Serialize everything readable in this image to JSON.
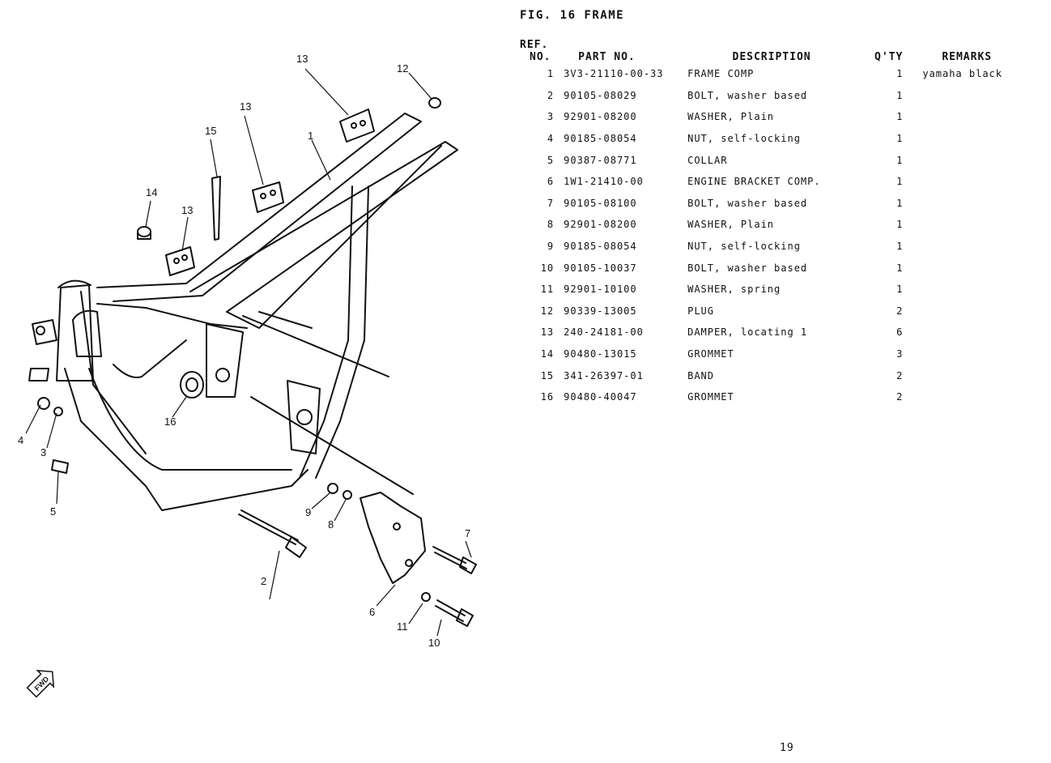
{
  "figure": {
    "label": "FIG. 16   FRAME"
  },
  "table": {
    "headers": {
      "ref_line1": "REF.",
      "ref_line2": "NO.",
      "part_no": "PART NO.",
      "description": "DESCRIPTION",
      "qty": "Q'TY",
      "remarks": "REMARKS"
    },
    "rows": [
      {
        "ref": "1",
        "part_no": "3V3-21110-00-33",
        "description": "FRAME COMP",
        "qty": "1",
        "remarks": "yamaha black"
      },
      {
        "ref": "2",
        "part_no": "90105-08029",
        "description": "BOLT, washer based",
        "qty": "1",
        "remarks": ""
      },
      {
        "ref": "3",
        "part_no": "92901-08200",
        "description": "WASHER, Plain",
        "qty": "1",
        "remarks": ""
      },
      {
        "ref": "4",
        "part_no": "90185-08054",
        "description": "NUT, self-locking",
        "qty": "1",
        "remarks": ""
      },
      {
        "ref": "5",
        "part_no": "90387-08771",
        "description": "COLLAR",
        "qty": "1",
        "remarks": ""
      },
      {
        "ref": "6",
        "part_no": "1W1-21410-00",
        "description": "ENGINE BRACKET COMP.",
        "qty": "1",
        "remarks": ""
      },
      {
        "ref": "7",
        "part_no": "90105-08100",
        "description": "BOLT, washer based",
        "qty": "1",
        "remarks": ""
      },
      {
        "ref": "8",
        "part_no": "92901-08200",
        "description": "WASHER, Plain",
        "qty": "1",
        "remarks": ""
      },
      {
        "ref": "9",
        "part_no": "90185-08054",
        "description": "NUT, self-locking",
        "qty": "1",
        "remarks": ""
      },
      {
        "ref": "10",
        "part_no": "90105-10037",
        "description": "BOLT, washer based",
        "qty": "1",
        "remarks": ""
      },
      {
        "ref": "11",
        "part_no": "92901-10100",
        "description": "WASHER, spring",
        "qty": "1",
        "remarks": ""
      },
      {
        "ref": "12",
        "part_no": "90339-13005",
        "description": "PLUG",
        "qty": "2",
        "remarks": ""
      },
      {
        "ref": "13",
        "part_no": "240-24181-00",
        "description": "DAMPER, locating 1",
        "qty": "6",
        "remarks": ""
      },
      {
        "ref": "14",
        "part_no": "90480-13015",
        "description": "GROMMET",
        "qty": "3",
        "remarks": ""
      },
      {
        "ref": "15",
        "part_no": "341-26397-01",
        "description": "BAND",
        "qty": "2",
        "remarks": ""
      },
      {
        "ref": "16",
        "part_no": "90480-40047",
        "description": "GROMMET",
        "qty": "2",
        "remarks": ""
      }
    ]
  },
  "diagram": {
    "callouts": [
      "1",
      "2",
      "3",
      "4",
      "5",
      "6",
      "7",
      "8",
      "9",
      "10",
      "11",
      "12",
      "13",
      "13",
      "13",
      "14",
      "15",
      "16"
    ],
    "fwd_label": "FWD"
  },
  "page": {
    "number": "19"
  }
}
